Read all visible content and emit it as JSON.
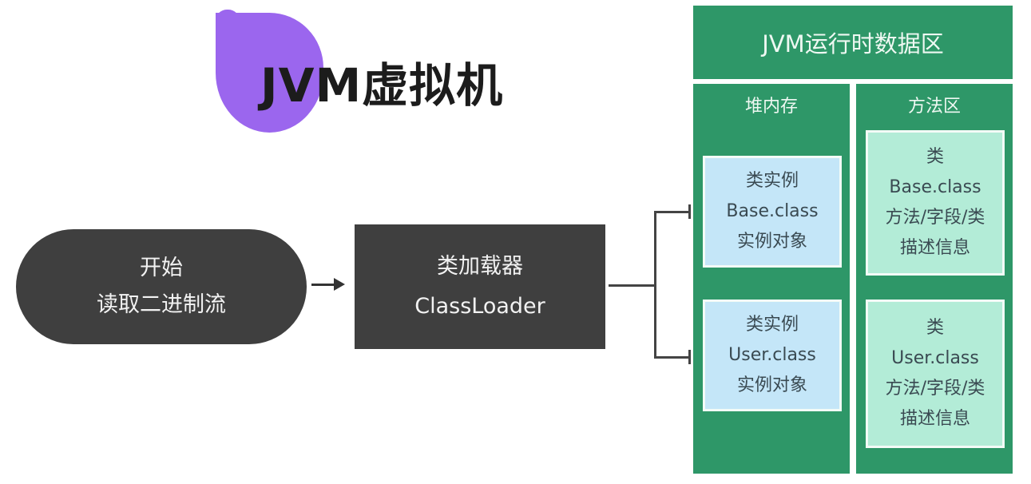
{
  "title": "JVM虚拟机",
  "accent_colors": {
    "title_blob": "#9b66ee",
    "runtime_green": "#2e9768",
    "heap_card": "#c4e6f8",
    "method_card": "#b3ecd7",
    "flow_dark": "#3f3f3f"
  },
  "flow": {
    "start": {
      "line1": "开始",
      "line2": "读取二进制流"
    },
    "loader": {
      "line1": "类加载器",
      "line2": "ClassLoader"
    }
  },
  "runtime": {
    "header": "JVM运行时数据区",
    "heap": {
      "title": "堆内存",
      "cards": [
        {
          "line1": "类实例",
          "line2": "Base.class",
          "line3": "实例对象"
        },
        {
          "line1": "类实例",
          "line2": "User.class",
          "line3": "实例对象"
        }
      ]
    },
    "method_area": {
      "title": "方法区",
      "cards": [
        {
          "line1": "类",
          "line2": "Base.class",
          "line3": "方法/字段/类",
          "line4": "描述信息"
        },
        {
          "line1": "类",
          "line2": "User.class",
          "line3": "方法/字段/类",
          "line4": "描述信息"
        }
      ]
    }
  }
}
